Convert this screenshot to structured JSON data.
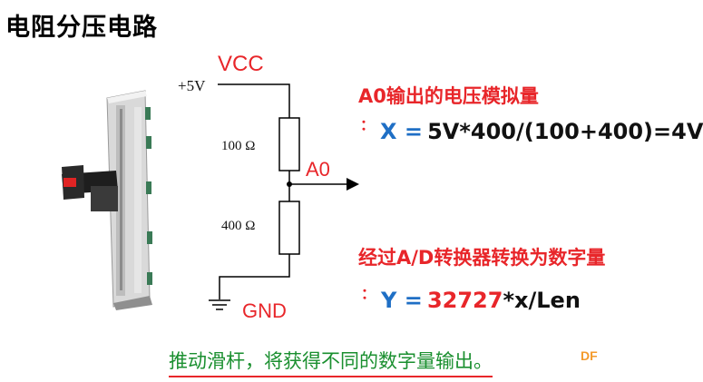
{
  "title": "电阻分压电路",
  "circuit": {
    "vcc_label": "VCC",
    "supply_label": "+5V",
    "r1_label": "100 Ω",
    "r2_label": "400 Ω",
    "output_label": "A0",
    "gnd_label": "GND"
  },
  "notes": {
    "line1": "A0输出的电压模拟量",
    "line2_var": "X =",
    "line2_expr": "5V*400/(100+400)=4V",
    "line3": "经过A/D转换器转换为数字量",
    "line4_var": "Y =",
    "line4_value": "32727",
    "line4_rest": "*x/Len",
    "bullet": "："
  },
  "footer": {
    "caption": "推动滑杆，将获得不同的数字量输出。",
    "watermark": "DF"
  },
  "colors": {
    "red": "#e8262a",
    "blue": "#1f6fc5",
    "green": "#1a8f2f"
  }
}
